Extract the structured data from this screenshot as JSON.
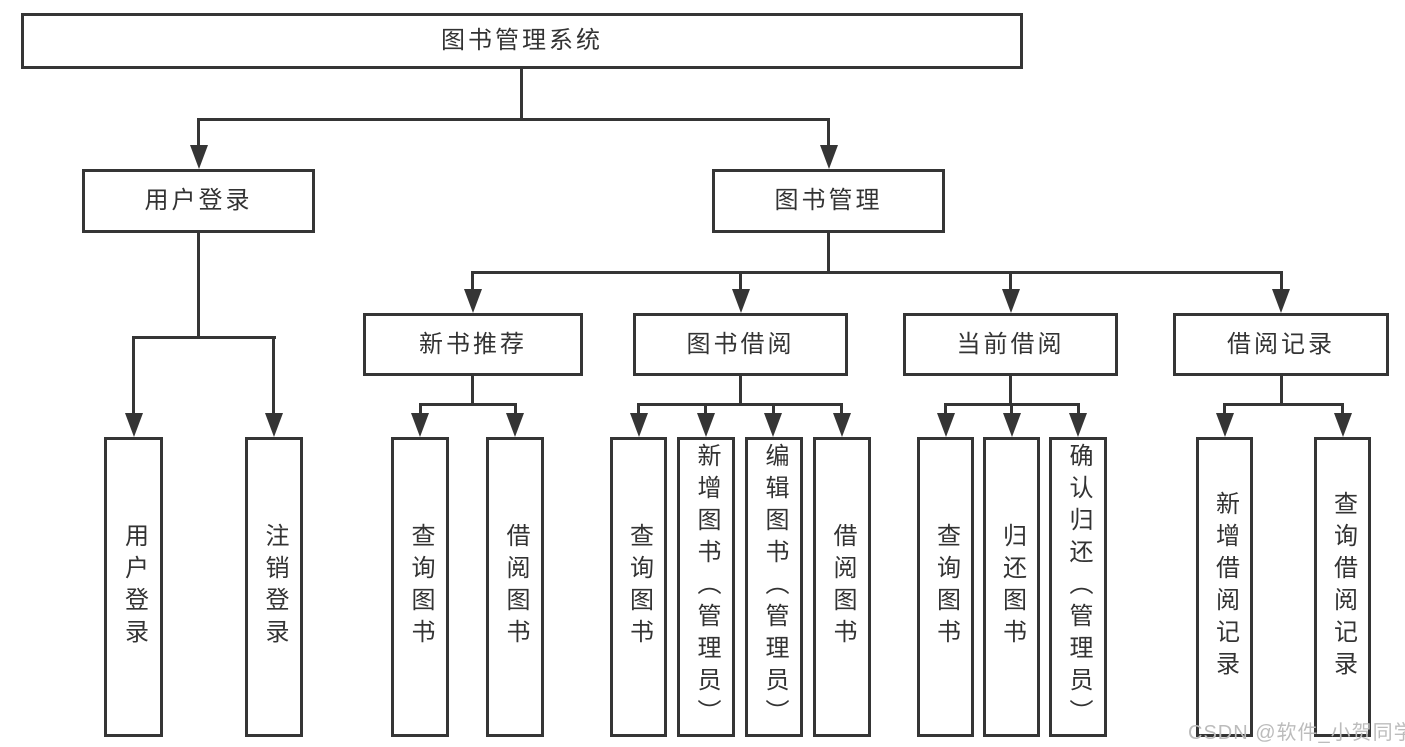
{
  "diagram": {
    "title": "图书管理系统",
    "root": {
      "label": "图书管理系统"
    },
    "branches": [
      {
        "label": "用户登录",
        "children": [
          {
            "label": "用户登录"
          },
          {
            "label": "注销登录"
          }
        ]
      },
      {
        "label": "图书管理",
        "children": [
          {
            "label": "新书推荐",
            "children": [
              {
                "label": "查询图书"
              },
              {
                "label": "借阅图书"
              }
            ]
          },
          {
            "label": "图书借阅",
            "children": [
              {
                "label": "查询图书"
              },
              {
                "label": "新增图书（管理员）"
              },
              {
                "label": "编辑图书（管理员）"
              },
              {
                "label": "借阅图书"
              }
            ]
          },
          {
            "label": "当前借阅",
            "children": [
              {
                "label": "查询图书"
              },
              {
                "label": "归还图书"
              },
              {
                "label": "确认归还（管理员）"
              }
            ]
          },
          {
            "label": "借阅记录",
            "children": [
              {
                "label": "新增借阅记录"
              },
              {
                "label": "查询借阅记录"
              }
            ]
          }
        ]
      }
    ],
    "watermark": "CSDN @软件_小贺同学",
    "colors": {
      "line": "#353535",
      "text": "#333333",
      "box_background": "#ffffff",
      "watermark": "#bcbcbc",
      "page_background": "#ffffff"
    }
  }
}
